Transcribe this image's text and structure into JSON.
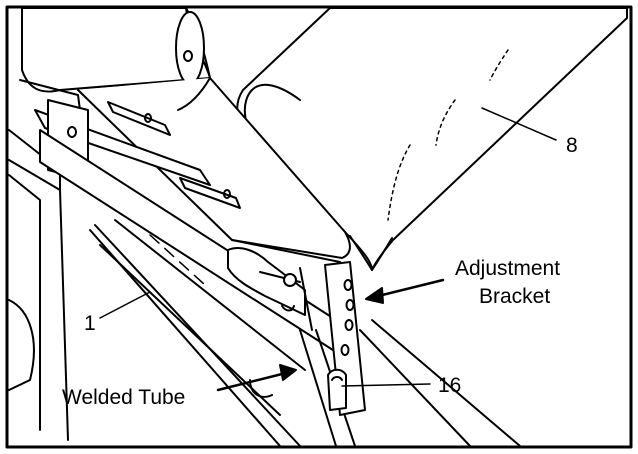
{
  "callouts": {
    "part_8": "8",
    "adjustment_line1": "Adjustment",
    "adjustment_line2": "Bracket",
    "part_1": "1",
    "part_16": "16",
    "welded_tube": "Welded Tube"
  },
  "colors": {
    "line": "#000000",
    "background": "#ffffff"
  }
}
